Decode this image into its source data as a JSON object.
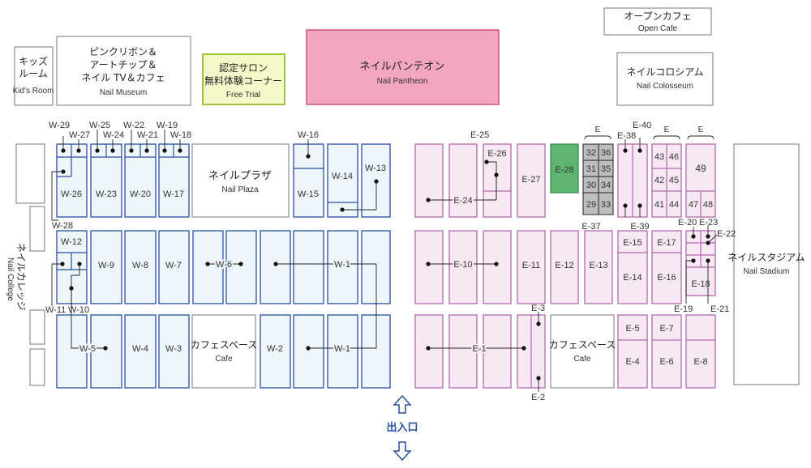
{
  "rooms": {
    "kids_jp": "キッズ\nルーム",
    "kids_en": "Kid's Room",
    "museum_jp": "ピンクリボン＆\nアートチップ＆\nネイル TV＆カフェ",
    "museum_en": "Nail Museum",
    "trial_jp": "認定サロン\n無料体験コーナー",
    "trial_en": "Free Trial",
    "pantheon_jp": "ネイルパンテオン",
    "pantheon_en": "Nail Pantheon",
    "opencafe_jp": "オープンカフェ",
    "opencafe_en": "Open Cafe",
    "colosseum_jp": "ネイルコロシアム",
    "colosseum_en": "Nail Colosseum",
    "plaza_jp": "ネイルプラザ",
    "plaza_en": "Nail Plaza",
    "cafe_jp": "カフェスペース",
    "cafe_en": "Cafe",
    "stadium_jp": "ネイルスタジアム",
    "stadium_en": "Nail Stadium",
    "college_jp": "ネイルカレッジ",
    "college_en": "Nail College",
    "entrance": "出入口"
  },
  "booths_w": [
    "W-1",
    "W-2",
    "W-3",
    "W-4",
    "W-5",
    "W-6",
    "W-7",
    "W-8",
    "W-9",
    "W-10",
    "W-11",
    "W-12",
    "W-13",
    "W-14",
    "W-15",
    "W-16",
    "W-17",
    "W-18",
    "W-19",
    "W-20",
    "W-21",
    "W-22",
    "W-23",
    "W-24",
    "W-25",
    "W-26",
    "W-27",
    "W-28",
    "W-29"
  ],
  "booths_e": [
    "E-1",
    "E-2",
    "E-3",
    "E-4",
    "E-5",
    "E-6",
    "E-7",
    "E-8",
    "E-10",
    "E-11",
    "E-12",
    "E-13",
    "E-14",
    "E-15",
    "E-16",
    "E-17",
    "E-18",
    "E-19",
    "E-20",
    "E-21",
    "E-22",
    "E-23",
    "E-24",
    "E-25",
    "E-26",
    "E-27",
    "E-28",
    "E-37",
    "E-38",
    "E-39",
    "E-40",
    "E"
  ],
  "small_booths": [
    "32",
    "36",
    "31",
    "35",
    "30",
    "34",
    "29",
    "33",
    "43",
    "46",
    "42",
    "45",
    "41",
    "44",
    "49",
    "47",
    "48"
  ],
  "colors": {
    "west_stroke": "#2a4f9e",
    "west_fill": "#eef5fb",
    "east_stroke": "#b16aae",
    "east_fill": "#f7e8f3",
    "pantheon_fill": "#f2a6bf",
    "trial_fill": "#f5f8c8",
    "trial_stroke": "#9ec23b",
    "e28_fill": "#5fb56f",
    "entrance_arrow": "#2a4f9e"
  }
}
